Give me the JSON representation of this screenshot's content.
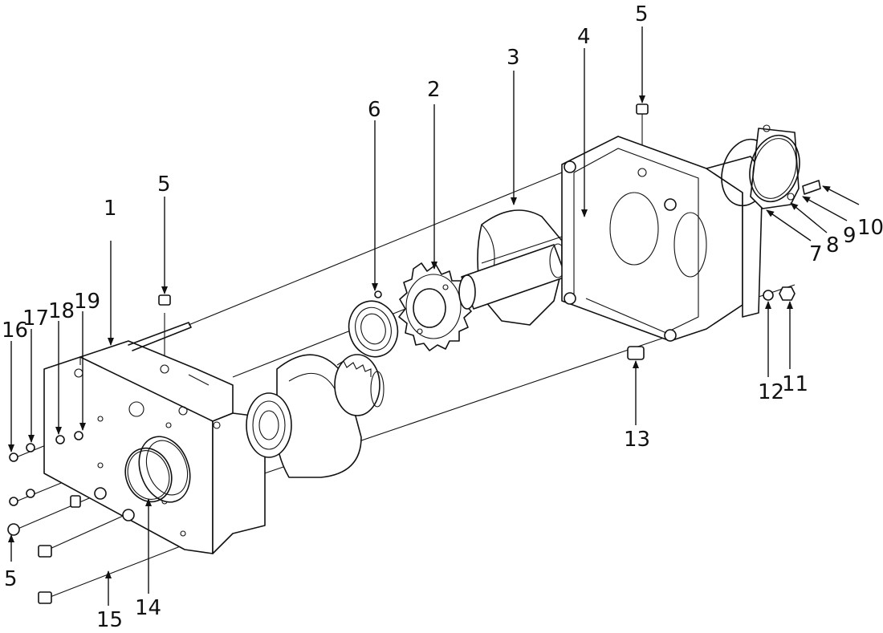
{
  "diagram": {
    "callouts": [
      {
        "id": "label-1",
        "text": "1"
      },
      {
        "id": "label-2",
        "text": "2"
      },
      {
        "id": "label-3",
        "text": "3"
      },
      {
        "id": "label-4",
        "text": "4"
      },
      {
        "id": "label-5-top",
        "text": "5"
      },
      {
        "id": "label-5-left",
        "text": "5"
      },
      {
        "id": "label-5-bottom",
        "text": "5"
      },
      {
        "id": "label-6",
        "text": "6"
      },
      {
        "id": "label-7",
        "text": "7"
      },
      {
        "id": "label-8",
        "text": "8"
      },
      {
        "id": "label-9",
        "text": "9"
      },
      {
        "id": "label-10",
        "text": "10"
      },
      {
        "id": "label-11",
        "text": "11"
      },
      {
        "id": "label-12",
        "text": "12"
      },
      {
        "id": "label-13",
        "text": "13"
      },
      {
        "id": "label-14",
        "text": "14"
      },
      {
        "id": "label-15",
        "text": "15"
      },
      {
        "id": "label-16",
        "text": "16"
      },
      {
        "id": "label-17",
        "text": "17"
      },
      {
        "id": "label-18",
        "text": "18"
      },
      {
        "id": "label-19",
        "text": "19"
      }
    ]
  }
}
